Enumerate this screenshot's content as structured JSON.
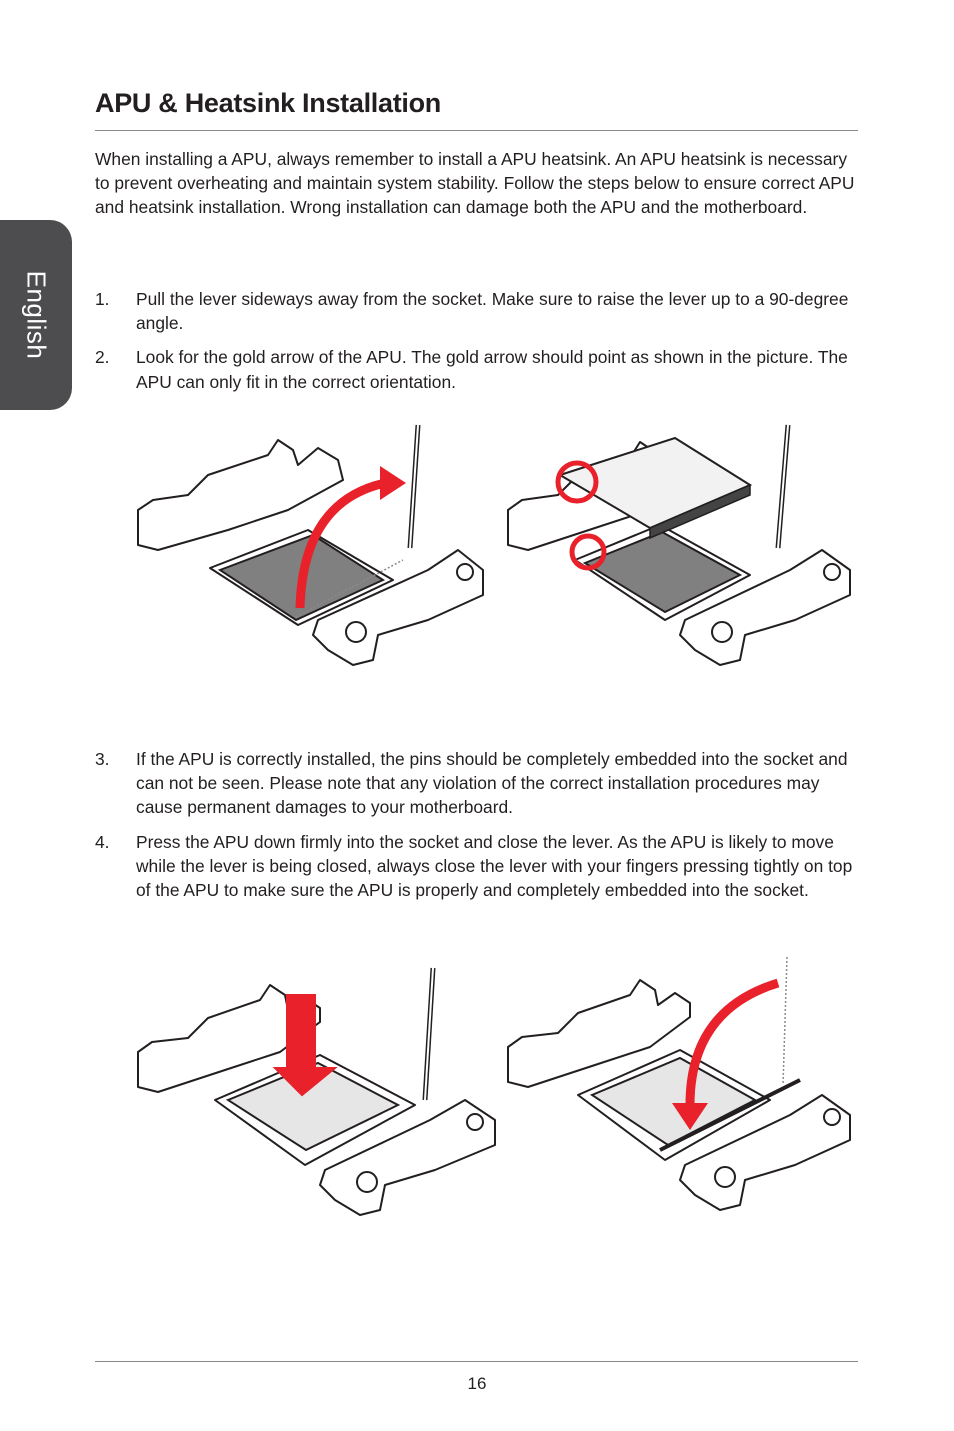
{
  "side_tab": {
    "label": "English"
  },
  "header": {
    "title": "APU & Heatsink Installation"
  },
  "intro": "When installing a APU, always remember to install a APU heatsink. An APU heatsink is necessary to prevent overheating and maintain system stability. Follow the steps below to ensure correct APU and heatsink installation. Wrong installation can damage both the APU and the motherboard.",
  "steps_top": [
    {
      "num": "1.",
      "text": "Pull the lever sideways away from the socket.  Make sure to raise the lever up to a 90-degree angle."
    },
    {
      "num": "2.",
      "text": "Look for the gold arrow of the APU. The gold arrow should point as shown in the picture. The APU can only fit in the correct orientation."
    }
  ],
  "steps_bottom": [
    {
      "num": "3.",
      "text": "If the APU is correctly installed, the pins should be completely embedded into the socket and can not be seen.  Please note that any violation of the correct installation procedures may cause permanent damages to your motherboard."
    },
    {
      "num": "4.",
      "text": "Press the APU down firmly into the socket and close the lever.  As the APU is likely to move while the lever is being closed, always close the lever with your fingers pressing tightly on top of the APU to make sure the APU is properly and completely embedded into the socket."
    }
  ],
  "colors": {
    "highlight_red": "#e8212b",
    "tab_gray": "#4d4d4f",
    "apu_gray": "#808080"
  },
  "footer": {
    "page_number": "16"
  }
}
